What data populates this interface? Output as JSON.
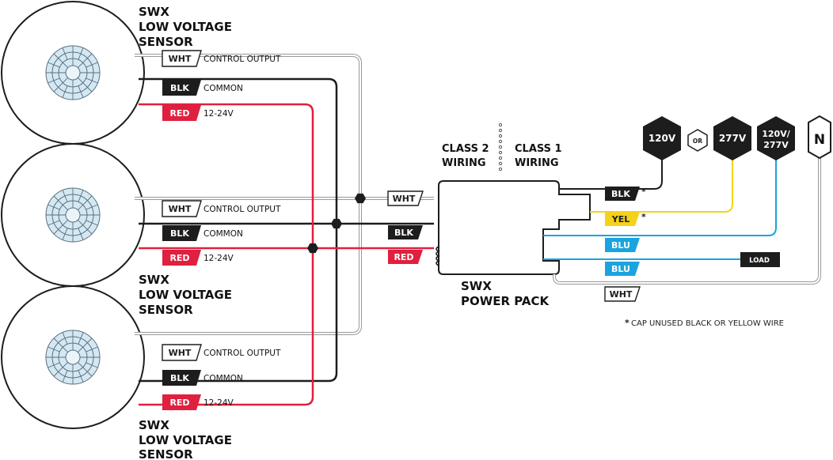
{
  "sensors": [
    {
      "title": [
        "SWX",
        "LOW VOLTAGE",
        "SENSOR"
      ],
      "wires": [
        {
          "tag": "WHT",
          "desc": "CONTROL OUTPUT"
        },
        {
          "tag": "BLK",
          "desc": "COMMON"
        },
        {
          "tag": "RED",
          "desc": "12-24V"
        }
      ]
    },
    {
      "title": [
        "SWX",
        "LOW VOLTAGE",
        "SENSOR"
      ],
      "wires": [
        {
          "tag": "WHT",
          "desc": "CONTROL OUTPUT"
        },
        {
          "tag": "BLK",
          "desc": "COMMON"
        },
        {
          "tag": "RED",
          "desc": "12-24V"
        }
      ]
    },
    {
      "title": [
        "SWX",
        "LOW VOLTAGE",
        "SENSOR"
      ],
      "wires": [
        {
          "tag": "WHT",
          "desc": "CONTROL OUTPUT"
        },
        {
          "tag": "BLK",
          "desc": "COMMON"
        },
        {
          "tag": "RED",
          "desc": "12-24V"
        }
      ]
    }
  ],
  "wiring_classes": {
    "class2": [
      "CLASS 2",
      "WIRING"
    ],
    "class1": [
      "CLASS 1",
      "WIRING"
    ]
  },
  "power_pack": {
    "title": [
      "SWX",
      "POWER PACK"
    ],
    "inputs": [
      "WHT",
      "BLK",
      "RED"
    ],
    "outputs": [
      "BLK",
      "YEL",
      "BLU",
      "BLU"
    ],
    "asterisk": "*",
    "neutral_tag": "WHT",
    "load": "LOAD"
  },
  "supply": {
    "v120": "120V",
    "or": "OR",
    "v277": "277V",
    "v120_277": [
      "120V/",
      "277V"
    ],
    "neutral": "N"
  },
  "note": {
    "star": "*",
    "text": "CAP UNUSED BLACK OR YELLOW WIRE"
  },
  "colors": {
    "black": "#1d1d1d",
    "red": "#e0203f",
    "yellow": "#f5d21a",
    "blue": "#1aa4df",
    "white_wire": "#999999"
  }
}
